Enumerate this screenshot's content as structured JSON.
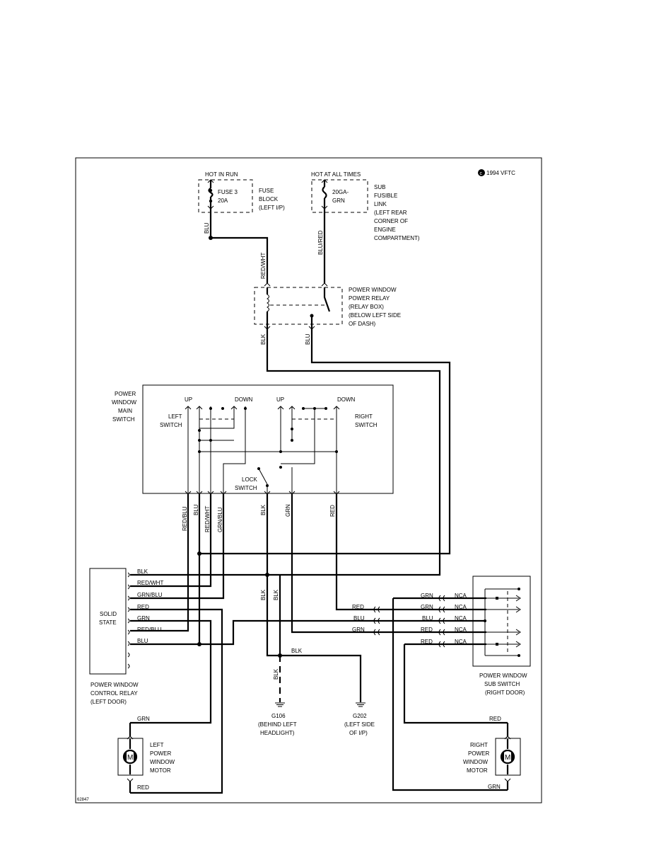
{
  "copyright": "1994 VFTC",
  "figure_id": "62847",
  "power_sources": {
    "hot_in_run": "HOT IN RUN",
    "fuse": [
      "FUSE 3",
      "20A"
    ],
    "fuse_block": [
      "FUSE",
      "BLOCK",
      "(LEFT I/P)"
    ],
    "hot_at_all_times": "HOT AT ALL TIMES",
    "fusible_link": [
      "20GA-",
      "GRN"
    ],
    "fusible_link_desc": [
      "SUB",
      "FUSIBLE",
      "LINK",
      "(LEFT REAR",
      "CORNER OF",
      "ENGINE",
      "COMPARTMENT)"
    ]
  },
  "relay": {
    "label": [
      "POWER WINDOW",
      "POWER RELAY",
      "(RELAY BOX)",
      "(BELOW LEFT SIDE",
      "OF DASH)"
    ]
  },
  "main_switch": {
    "label": [
      "POWER",
      "WINDOW",
      "MAIN",
      "SWITCH"
    ],
    "left_switch": [
      "LEFT",
      "SWITCH"
    ],
    "right_switch": [
      "RIGHT",
      "SWITCH"
    ],
    "up": "UP",
    "down": "DOWN",
    "lock_switch": [
      "LOCK",
      "SWITCH"
    ]
  },
  "control_relay": {
    "inner": [
      "SOLID",
      "STATE"
    ],
    "label": [
      "POWER WINDOW",
      "CONTROL RELAY",
      "(LEFT DOOR)"
    ],
    "pins": [
      "BLK",
      "RED/WHT",
      "GRN/BLU",
      "RED",
      "GRN",
      "RED/BLU",
      "BLU"
    ]
  },
  "sub_switch": {
    "label": [
      "POWER WINDOW",
      "SUB SWITCH",
      "(RIGHT DOOR)"
    ],
    "nca": "NCA"
  },
  "left_motor": {
    "symbol": "M",
    "label": [
      "LEFT",
      "POWER",
      "WINDOW",
      "MOTOR"
    ]
  },
  "right_motor": {
    "symbol": "M",
    "label": [
      "RIGHT",
      "POWER",
      "WINDOW",
      "MOTOR"
    ]
  },
  "grounds": {
    "g106": [
      "G106",
      "(BEHIND LEFT",
      "HEADLIGHT)"
    ],
    "g202": [
      "G202",
      "(LEFT SIDE",
      "OF I/P)"
    ]
  },
  "wire_colors": {
    "blu": "BLU",
    "blu_red": "BLU/RED",
    "red_wht": "RED/WHT",
    "blk": "BLK",
    "red_blu": "RED/BLU",
    "grn_blu": "GRN/BLU",
    "grn": "GRN",
    "red": "RED"
  }
}
